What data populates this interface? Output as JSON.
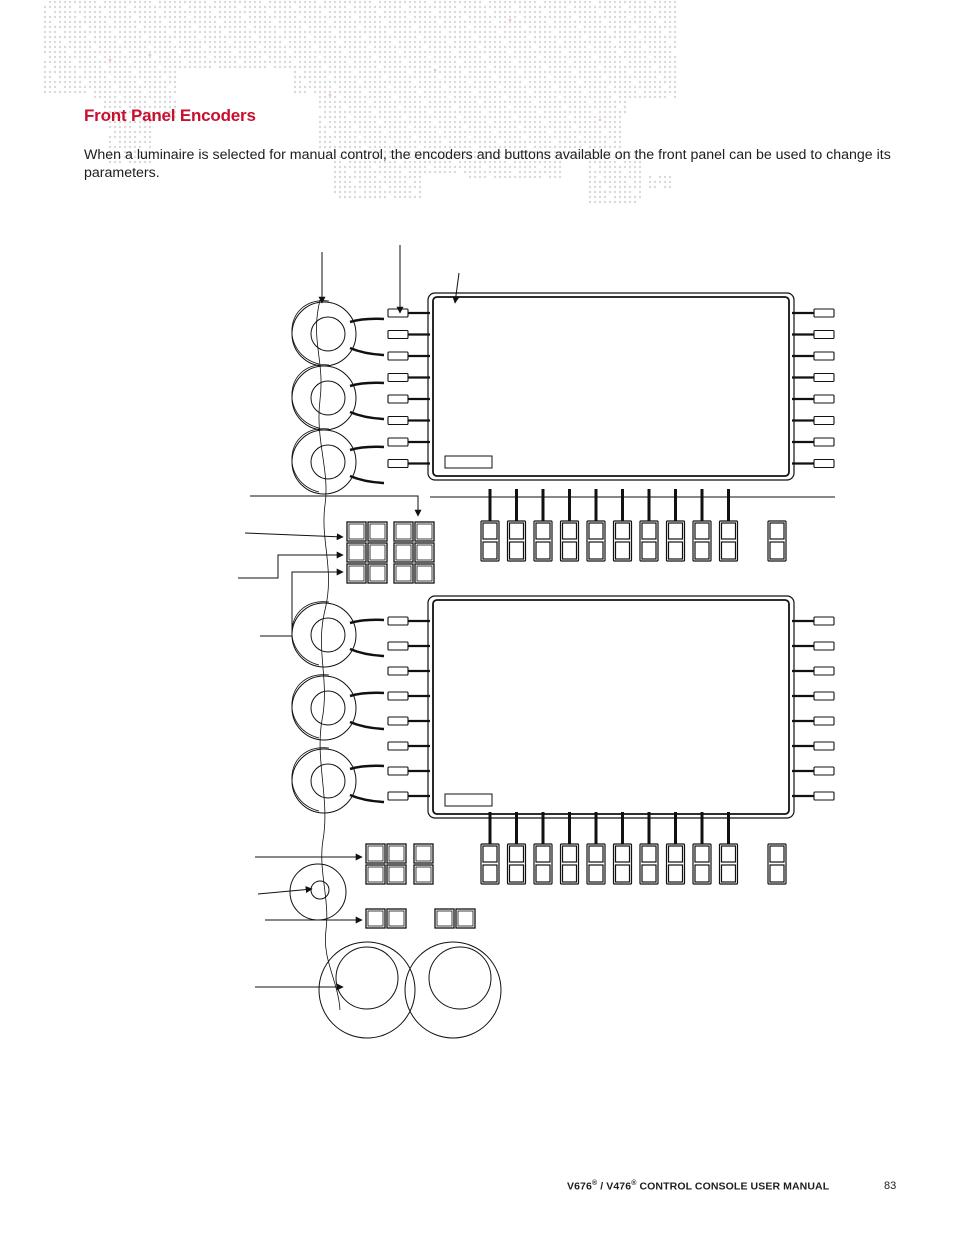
{
  "section": {
    "heading": "Front Panel Encoders",
    "intro": "When a luminaire is selected for manual control, the encoders and buttons available on the front panel can be used to change its parameters."
  },
  "footer": {
    "model_a": "V676",
    "model_b": "V476",
    "registered_mark": "®",
    "separator": " / ",
    "manual_title": " CONTROL CONSOLE USER MANUAL",
    "page_number": "83"
  },
  "colors": {
    "heading": "#c8102e",
    "text": "#1e1e1e",
    "map_dots": "#d9d9d9",
    "map_accent": "#f0c6cc",
    "line_art": "#111111"
  }
}
